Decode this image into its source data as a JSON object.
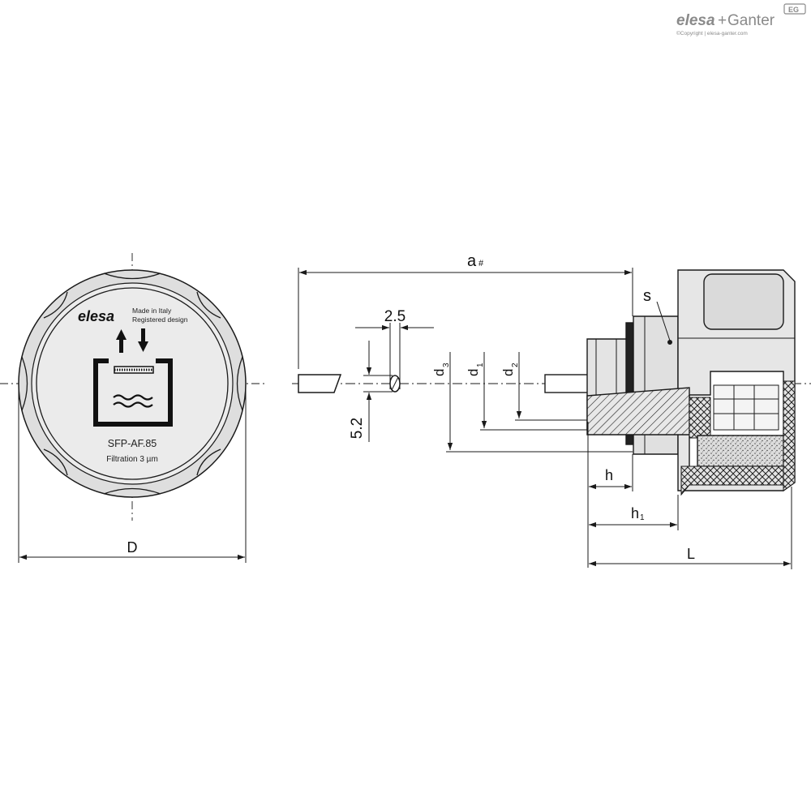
{
  "brand": {
    "name_elesa": "elesa",
    "plus": "+",
    "name_ganter": "Ganter",
    "badge": "EG",
    "copyright": "©Copyright | elesa-ganter.com"
  },
  "front_view": {
    "logo": "elesa",
    "made_in": "Made in Italy",
    "registered": "Registered design",
    "model": "SFP-AF.85",
    "filtration": "Filtration 3 µm"
  },
  "dimensions": {
    "a": "a",
    "a_suffix": "#",
    "thickness": "2.5",
    "width": "5.2",
    "d3_main": "d",
    "d3_sub": "3",
    "d1_main": "d",
    "d1_sub": "1",
    "d2_main": "d",
    "d2_sub": "2",
    "s": "s",
    "h": "h",
    "h1_main": "h",
    "h1_sub": "1",
    "L": "L",
    "D": "D"
  },
  "colors": {
    "line": "#1a1a1a",
    "body_fill": "#e6e6e6",
    "dark_fill": "#c9c9c9",
    "brand_red": "#c8102e"
  }
}
